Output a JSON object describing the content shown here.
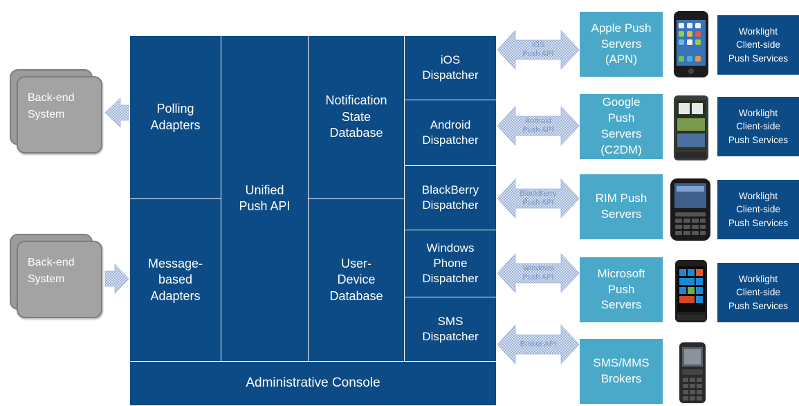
{
  "backend_systems": [
    {
      "label": "Back-end\nSystem"
    },
    {
      "label": "Back-end\nSystem"
    }
  ],
  "adapters": {
    "polling": "Polling\nAdapters",
    "message": "Message-\nbased\nAdapters"
  },
  "unified_api": "Unified\nPush API",
  "databases": {
    "notification_state": "Notification\nState\nDatabase",
    "user_device": "User-\nDevice\nDatabase"
  },
  "dispatchers": [
    "iOS\nDispatcher",
    "Android\nDispatcher",
    "BlackBerry\nDispatcher",
    "Windows\nPhone\nDispatcher",
    "SMS\nDispatcher"
  ],
  "console": "Administrative Console",
  "arrows": [
    "iOS\nPush API",
    "Android\nPush API",
    "BlackBerry\nPush API",
    "Windows\nPush API",
    "Broker API"
  ],
  "push_servers": [
    "Apple Push\nServers\n(APN)",
    "Google\nPush\nServers\n(C2DM)",
    "RIM Push\nServers",
    "Microsoft\nPush\nServers",
    "SMS/MMS\nBrokers"
  ],
  "client_services": [
    "Worklight\nClient-side\nPush Services",
    "Worklight\nClient-side\nPush Services",
    "Worklight\nClient-side\nPush Services",
    "Worklight\nClient-side\nPush Services"
  ],
  "devices": [
    {
      "icon": "iphone-icon"
    },
    {
      "icon": "android-phone-icon"
    },
    {
      "icon": "blackberry-phone-icon"
    },
    {
      "icon": "windows-phone-icon"
    },
    {
      "icon": "feature-phone-icon"
    }
  ],
  "colors": {
    "core_blue": "#0d4b86",
    "server_teal": "#4aa9c8",
    "backend_gray": "#a3a3a3",
    "arrow_hatch": "#9fb6da"
  }
}
